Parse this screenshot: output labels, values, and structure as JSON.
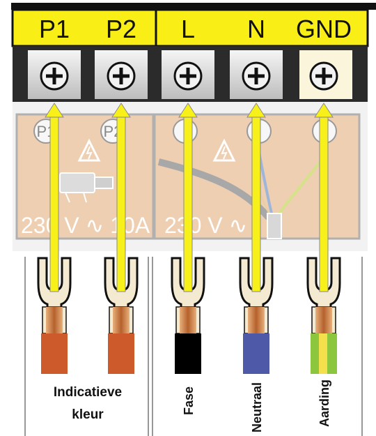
{
  "terminal_labels": [
    "P1",
    "P2",
    "L",
    "N",
    "GND"
  ],
  "board": {
    "silk_p1": "P1",
    "silk_p2": "P2",
    "voltage_left": "230 V ∿ 10A",
    "voltage_right": "230 V ∿"
  },
  "wires": {
    "indicative_line1": "Indicatieve",
    "indicative_line2": "kleur",
    "phase": "Fase",
    "neutral": "Neutraal",
    "earth": "Aarding"
  },
  "colors": {
    "header_yellow": "#f9ef17",
    "arrow_yellow": "#f7f01a",
    "board": "#efcfb2",
    "wire_red": "#cc5a2a",
    "wire_black": "#000000",
    "wire_blue": "#4e5aa8",
    "wire_green": "#8cc63f",
    "copper": "#c9773e"
  }
}
